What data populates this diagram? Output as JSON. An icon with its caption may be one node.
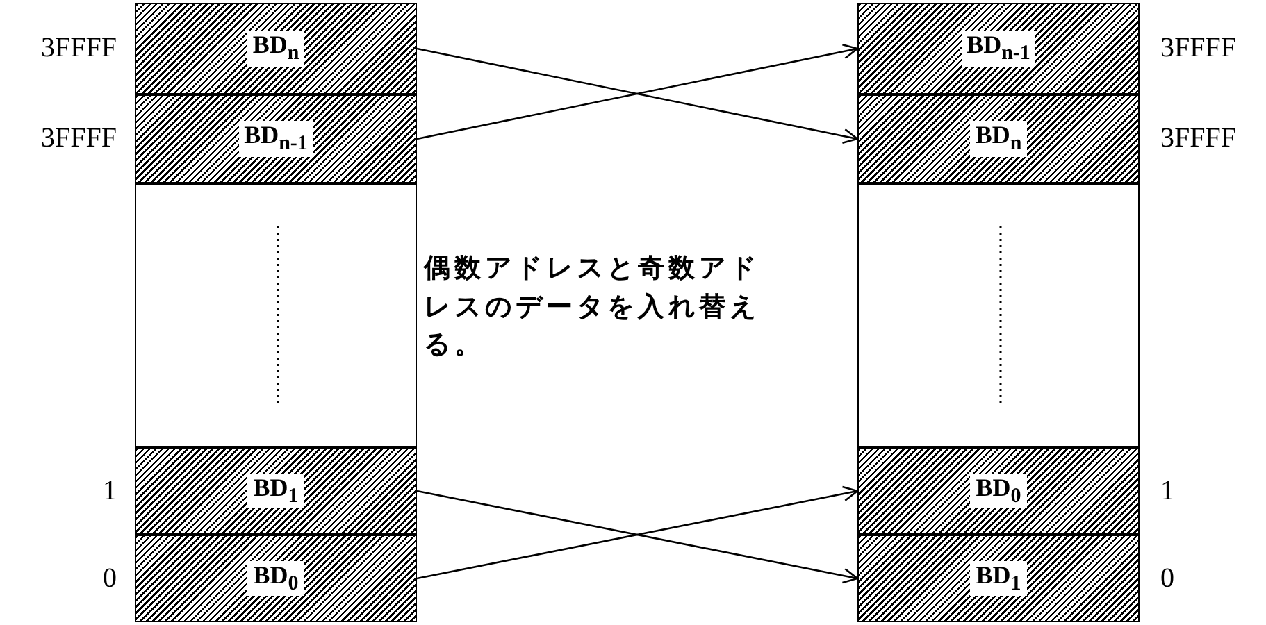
{
  "diagram": {
    "nodes": [
      {
        "text": [
          "BD$_{n}$"
        ],
        "beside": [
          "3FFFF"
        ]
      },
      {
        "text": [
          "BD$_{n-1}$"
        ],
        "beside": [
          "3FFFF"
        ]
      },
      {
        "text": [],
        "shape": "box"
      },
      {
        "text": [
          "BD$_{1}$"
        ],
        "beside": [
          "1"
        ]
      },
      {
        "text": [
          "BD$_{0}$"
        ],
        "beside": [
          "0"
        ]
      },
      {
        "text": [
          "BD$_{n-1}$"
        ],
        "beside": [
          "3FFFF"
        ]
      },
      {
        "text": [
          "BD$_{n}$"
        ],
        "beside": [
          "3FFFF"
        ]
      },
      {
        "text": [],
        "shape": "box"
      },
      {
        "text": [
          "BD$_{0}$"
        ],
        "beside": [
          "1"
        ]
      },
      {
        "text": [
          "BD$_{1}$"
        ],
        "beside": [
          "0"
        ]
      }
    ],
    "edges": [
      {
        "from": 0,
        "to": 6,
        "arrow": "to"
      },
      {
        "from": 1,
        "to": 5,
        "arrow": "to"
      },
      {
        "from": 3,
        "to": 9,
        "arrow": "to"
      },
      {
        "from": 4,
        "to": 8,
        "arrow": "to"
      }
    ],
    "labels": [
      "偶数アドレスと奇数アドレスのデータを入れ替える。"
    ]
  }
}
